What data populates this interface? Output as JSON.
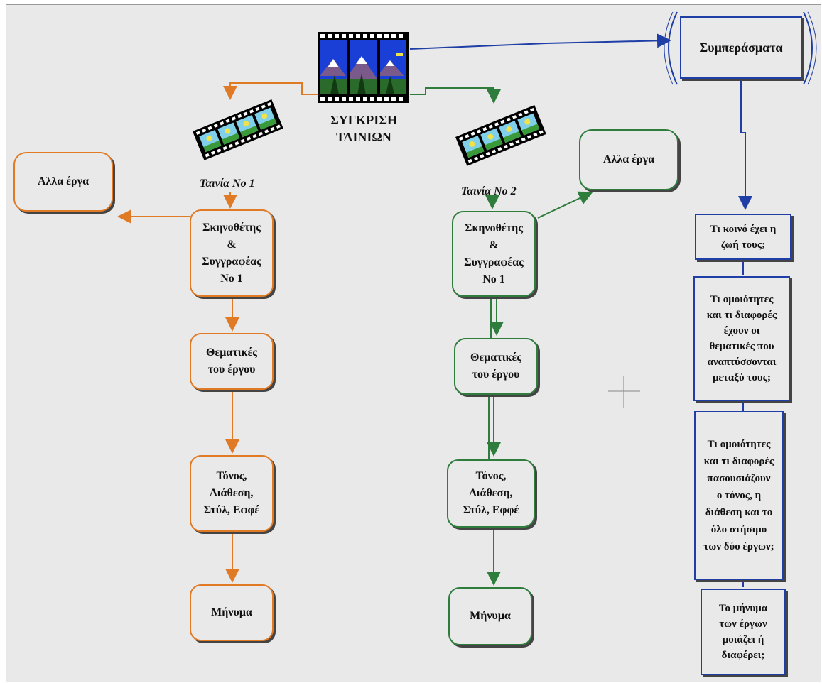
{
  "title": {
    "line1": "ΣΥΓΚΡΙΣΗ",
    "line2": "ΤΑΙΝΙΩΝ"
  },
  "colors": {
    "orange": "#e07a25",
    "green": "#2e7d3d",
    "blue": "#1f3fa6",
    "background": "#e9e9e9"
  },
  "icons": {
    "main": "film-strip-mountains-icon",
    "movie1": "film-reel-icon",
    "movie2": "film-reel-icon"
  },
  "movie1": {
    "caption": "Ταινία Νο 1",
    "other_works": "Αλλα έργα",
    "director": [
      "Σκηνοθέτης",
      "&",
      "Συγγραφέας",
      "Νο 1"
    ],
    "themes": [
      "Θεματικές",
      "του έργου"
    ],
    "tone": [
      "Τόνος,",
      "Διάθεση,",
      "Στύλ, Εφφέ"
    ],
    "message": "Μήνυμα"
  },
  "movie2": {
    "caption": "Ταινία Νο 2",
    "other_works": "Αλλα έργα",
    "director": [
      "Σκηνοθέτης",
      "&",
      "Συγγραφέας",
      "Νο 1"
    ],
    "themes": [
      "Θεματικές",
      "του έργου"
    ],
    "tone": [
      "Τόνος,",
      "Διάθεση,",
      "Στύλ, Εφφέ"
    ],
    "message": "Μήνυμα"
  },
  "conclusions": {
    "title": "Συμπεράσματα",
    "q1": [
      "Τι κοινό έχει η",
      "ζωή τους;"
    ],
    "q2": [
      "Τι ομοιότητες",
      "και τι διαφορές",
      "έχουν οι",
      "θεματικές που",
      "αναπτύσσονται",
      "μεταξύ τους;"
    ],
    "q3": [
      "Τι ομοιότητες",
      "και τι διαφορές",
      "πασουσιάζουν",
      "ο τόνος, η",
      "διάθεση και το",
      "όλο στήσιμο",
      "των δύο έργων;"
    ],
    "q4": [
      "Το μήνυμα",
      "των έργων",
      "μοιάζει ή",
      "διαφέρει;"
    ]
  }
}
